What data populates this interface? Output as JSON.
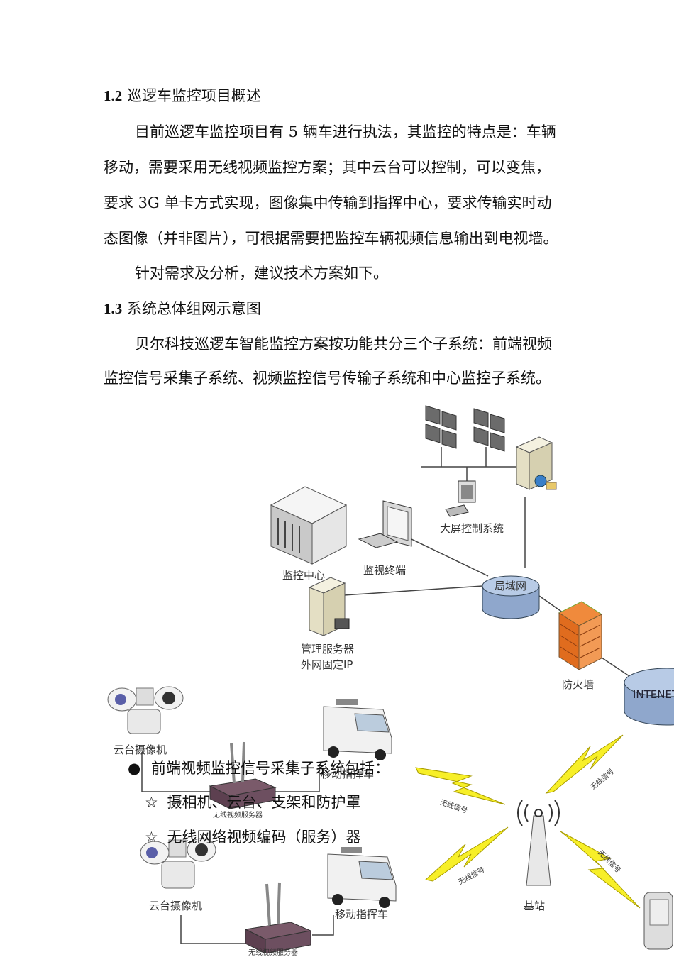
{
  "section_1_2": {
    "num": "1.2",
    "title": "巡逻车监控项目概述"
  },
  "para1": [
    "目前巡逻车监控项目有 5 辆车进行执法，其监控的特点是：车辆",
    "移动，需要采用无线视频监控方案；其中云台可以控制，可以变焦，",
    "要求 3G 单卡方式实现，图像集中传输到指挥中心，要求传输实时动",
    "态图像（并非图片），可根据需要把监控车辆视频信息输出到电视墙。"
  ],
  "para2": "针对需求及分析，建议技术方案如下。",
  "section_1_3": {
    "num": "1.3",
    "title": "系统总体组网示意图"
  },
  "para3": [
    "贝尔科技巡逻车智能监控方案按功能共分三个子系统：前端视频",
    "监控信号采集子系统、视频监控信号传输子系统和中心监控子系统。"
  ],
  "diagram": {
    "big_screen": "大屏控制系统",
    "monitor_center": "监控中心",
    "monitor_terminal": "监视终端",
    "lan": "局域网",
    "mgmt_server": "管理服务器",
    "fixed_ip": "外网固定IP",
    "firewall": "防火墙",
    "internet": "INTENET",
    "ptz_camera_1": "云台摄像机",
    "command_vehicle_1": "移动指挥车",
    "wireless_server_1": "无线视频服务器",
    "wireless_signal_1": "无线信号",
    "wireless_signal_2": "无线信号",
    "wireless_signal_3": "无线信号",
    "wireless_signal_4": "无线信号",
    "ptz_camera_2": "云台摄像机",
    "command_vehicle_2": "移动指挥车",
    "wireless_server_2": "无线视频服务器",
    "base_station": "基站"
  },
  "bullets": {
    "main": "前端视频监控信号采集子系统包括：",
    "items": [
      "摄相机、云台、支架和防护罩",
      "无线网络视频编码（服务）器"
    ],
    "bullet_symbol": "●",
    "star_symbol": "☆"
  }
}
